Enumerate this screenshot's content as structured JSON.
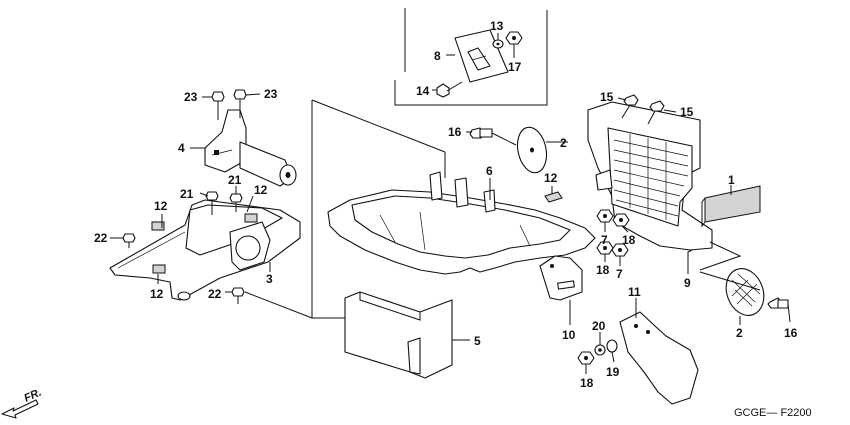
{
  "callouts": {
    "c1": "1",
    "c2a": "2",
    "c2b": "2",
    "c3": "3",
    "c4": "4",
    "c5": "5",
    "c6": "6",
    "c7a": "7",
    "c7b": "7",
    "c8": "8",
    "c9": "9",
    "c10": "10",
    "c11": "11",
    "c12a": "12",
    "c12b": "12",
    "c12c": "12",
    "c12d": "12",
    "c13": "13",
    "c14": "14",
    "c15a": "15",
    "c15b": "15",
    "c16a": "16",
    "c16b": "16",
    "c17": "17",
    "c18a": "18",
    "c18b": "18",
    "c18c": "18",
    "c19": "19",
    "c20": "20",
    "c21a": "21",
    "c21b": "21",
    "c22a": "22",
    "c22b": "22",
    "c23a": "23",
    "c23b": "23"
  },
  "direction_label": "FR.",
  "diagram_code": "GCGE— F2200"
}
